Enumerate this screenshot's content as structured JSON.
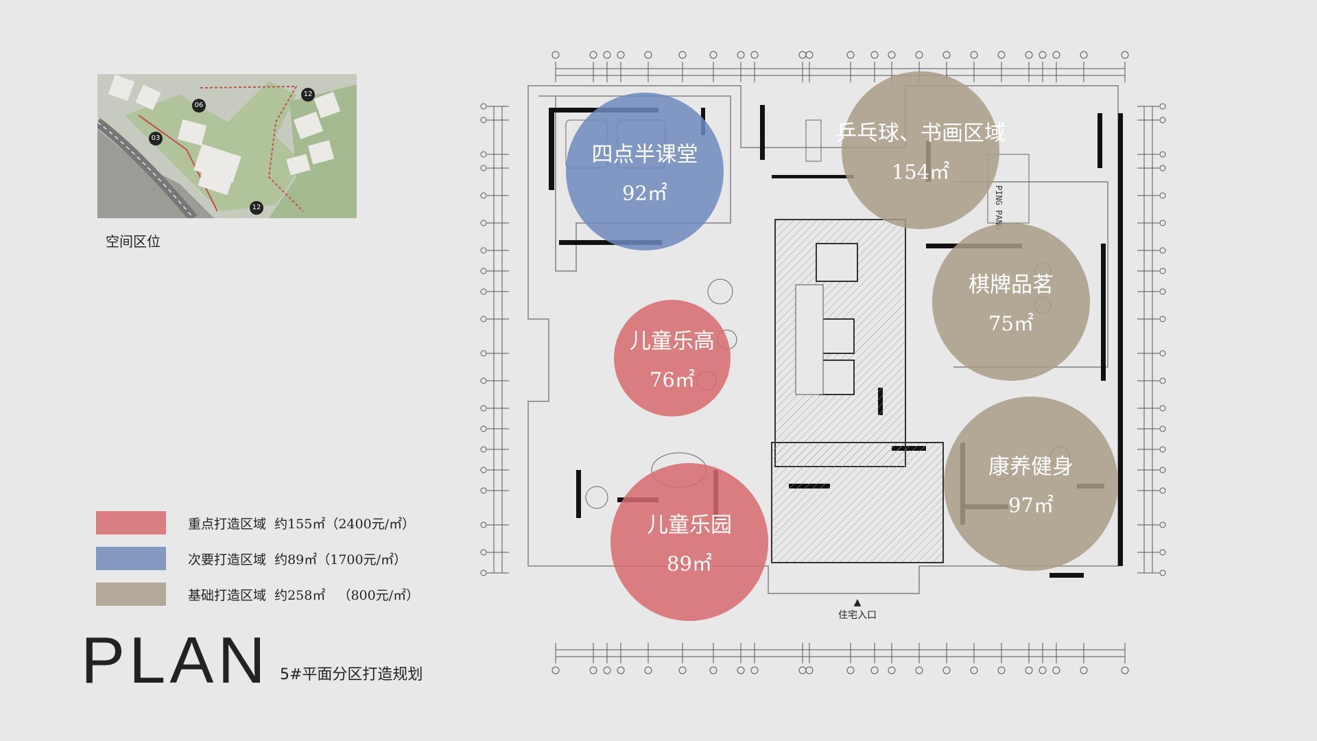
{
  "keymap": {
    "caption": "空间区位",
    "markers": [
      "06",
      "12",
      "03",
      "12"
    ]
  },
  "legend": [
    {
      "label": "重点打造区域  约155㎡（2400元/㎡）",
      "color": "#d97f82"
    },
    {
      "label": "次要打造区域  约89㎡（1700元/㎡）",
      "color": "#8399c0"
    },
    {
      "label": "基础打造区域  约258㎡   （800元/㎡）",
      "color": "#b4a898"
    }
  ],
  "title": {
    "main": "PLAN",
    "sub": "5#平面分区打造规划"
  },
  "zones": [
    {
      "name": "四点半课堂",
      "area": "92㎡",
      "color": "#6f88bd"
    },
    {
      "name": "乒乓球、书画区域",
      "area": "154㎡",
      "color": "#a99b87"
    },
    {
      "name": "棋牌品茗",
      "area": "75㎡",
      "color": "#a99b87"
    },
    {
      "name": "儿童乐高",
      "area": "76㎡",
      "color": "#d76a6e"
    },
    {
      "name": "康养健身",
      "area": "97㎡",
      "color": "#a99b87"
    },
    {
      "name": "儿童乐园",
      "area": "89㎡",
      "color": "#d76a6e"
    }
  ],
  "plan": {
    "entrance_label": "住宅入口",
    "ping_pang_label": "PING PANG"
  }
}
